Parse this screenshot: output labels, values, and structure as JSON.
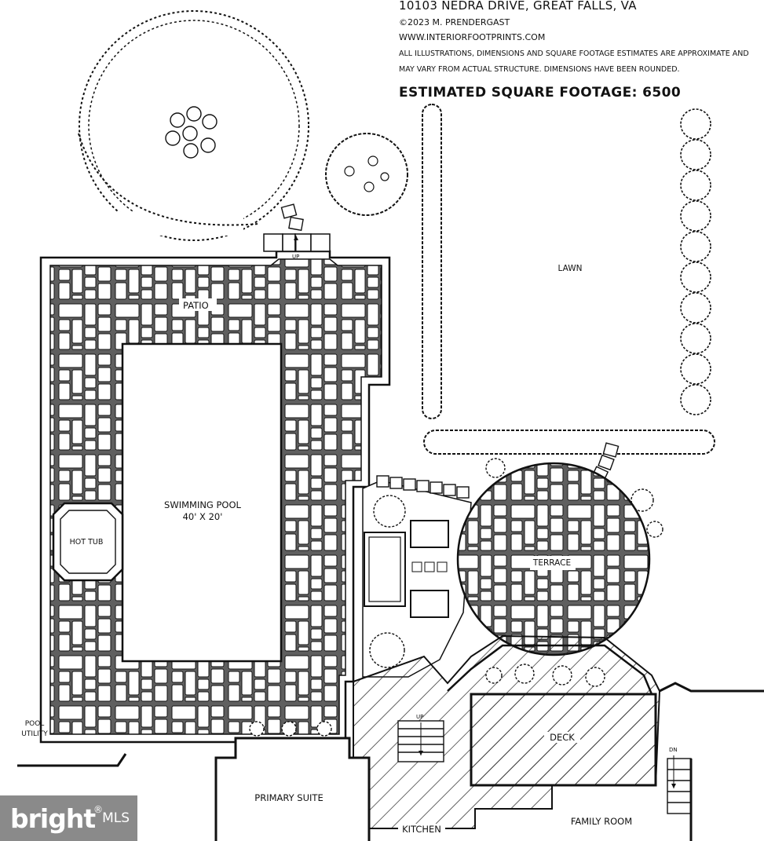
{
  "header": {
    "address": "10103 NEDRA DRIVE, GREAT FALLS, VA",
    "copyright": "©2023 M. PRENDERGAST",
    "website": "WWW.INTERIORFOOTPRINTS.COM",
    "disclaimer": "ALL ILLUSTRATIONS, DIMENSIONS AND SQUARE FOOTAGE ESTIMATES ARE APPROXIMATE AND MAY VARY FROM ACTUAL STRUCTURE. DIMENSIONS HAVE BEEN ROUNDED.",
    "square_footage": "ESTIMATED SQUARE FOOTAGE: 6500"
  },
  "labels": {
    "patio": "PATIO",
    "pool_name": "SWIMMING POOL",
    "pool_size": "40' X 20'",
    "hot_tub": "HOT TUB",
    "lawn": "LAWN",
    "terrace": "TERRACE",
    "deck": "DECK",
    "pool_utility": "POOL UTILITY",
    "primary_suite": "PRIMARY SUITE",
    "kitchen": "KITCHEN",
    "family_room": "FAMILY ROOM",
    "up_top": "UP",
    "up_deck": "UP",
    "down_right": "DN"
  },
  "watermark": {
    "brand": "bright",
    "suffix": "MLS"
  },
  "colors": {
    "line": "#111111",
    "watermark_bg": "#8a8a8a"
  }
}
